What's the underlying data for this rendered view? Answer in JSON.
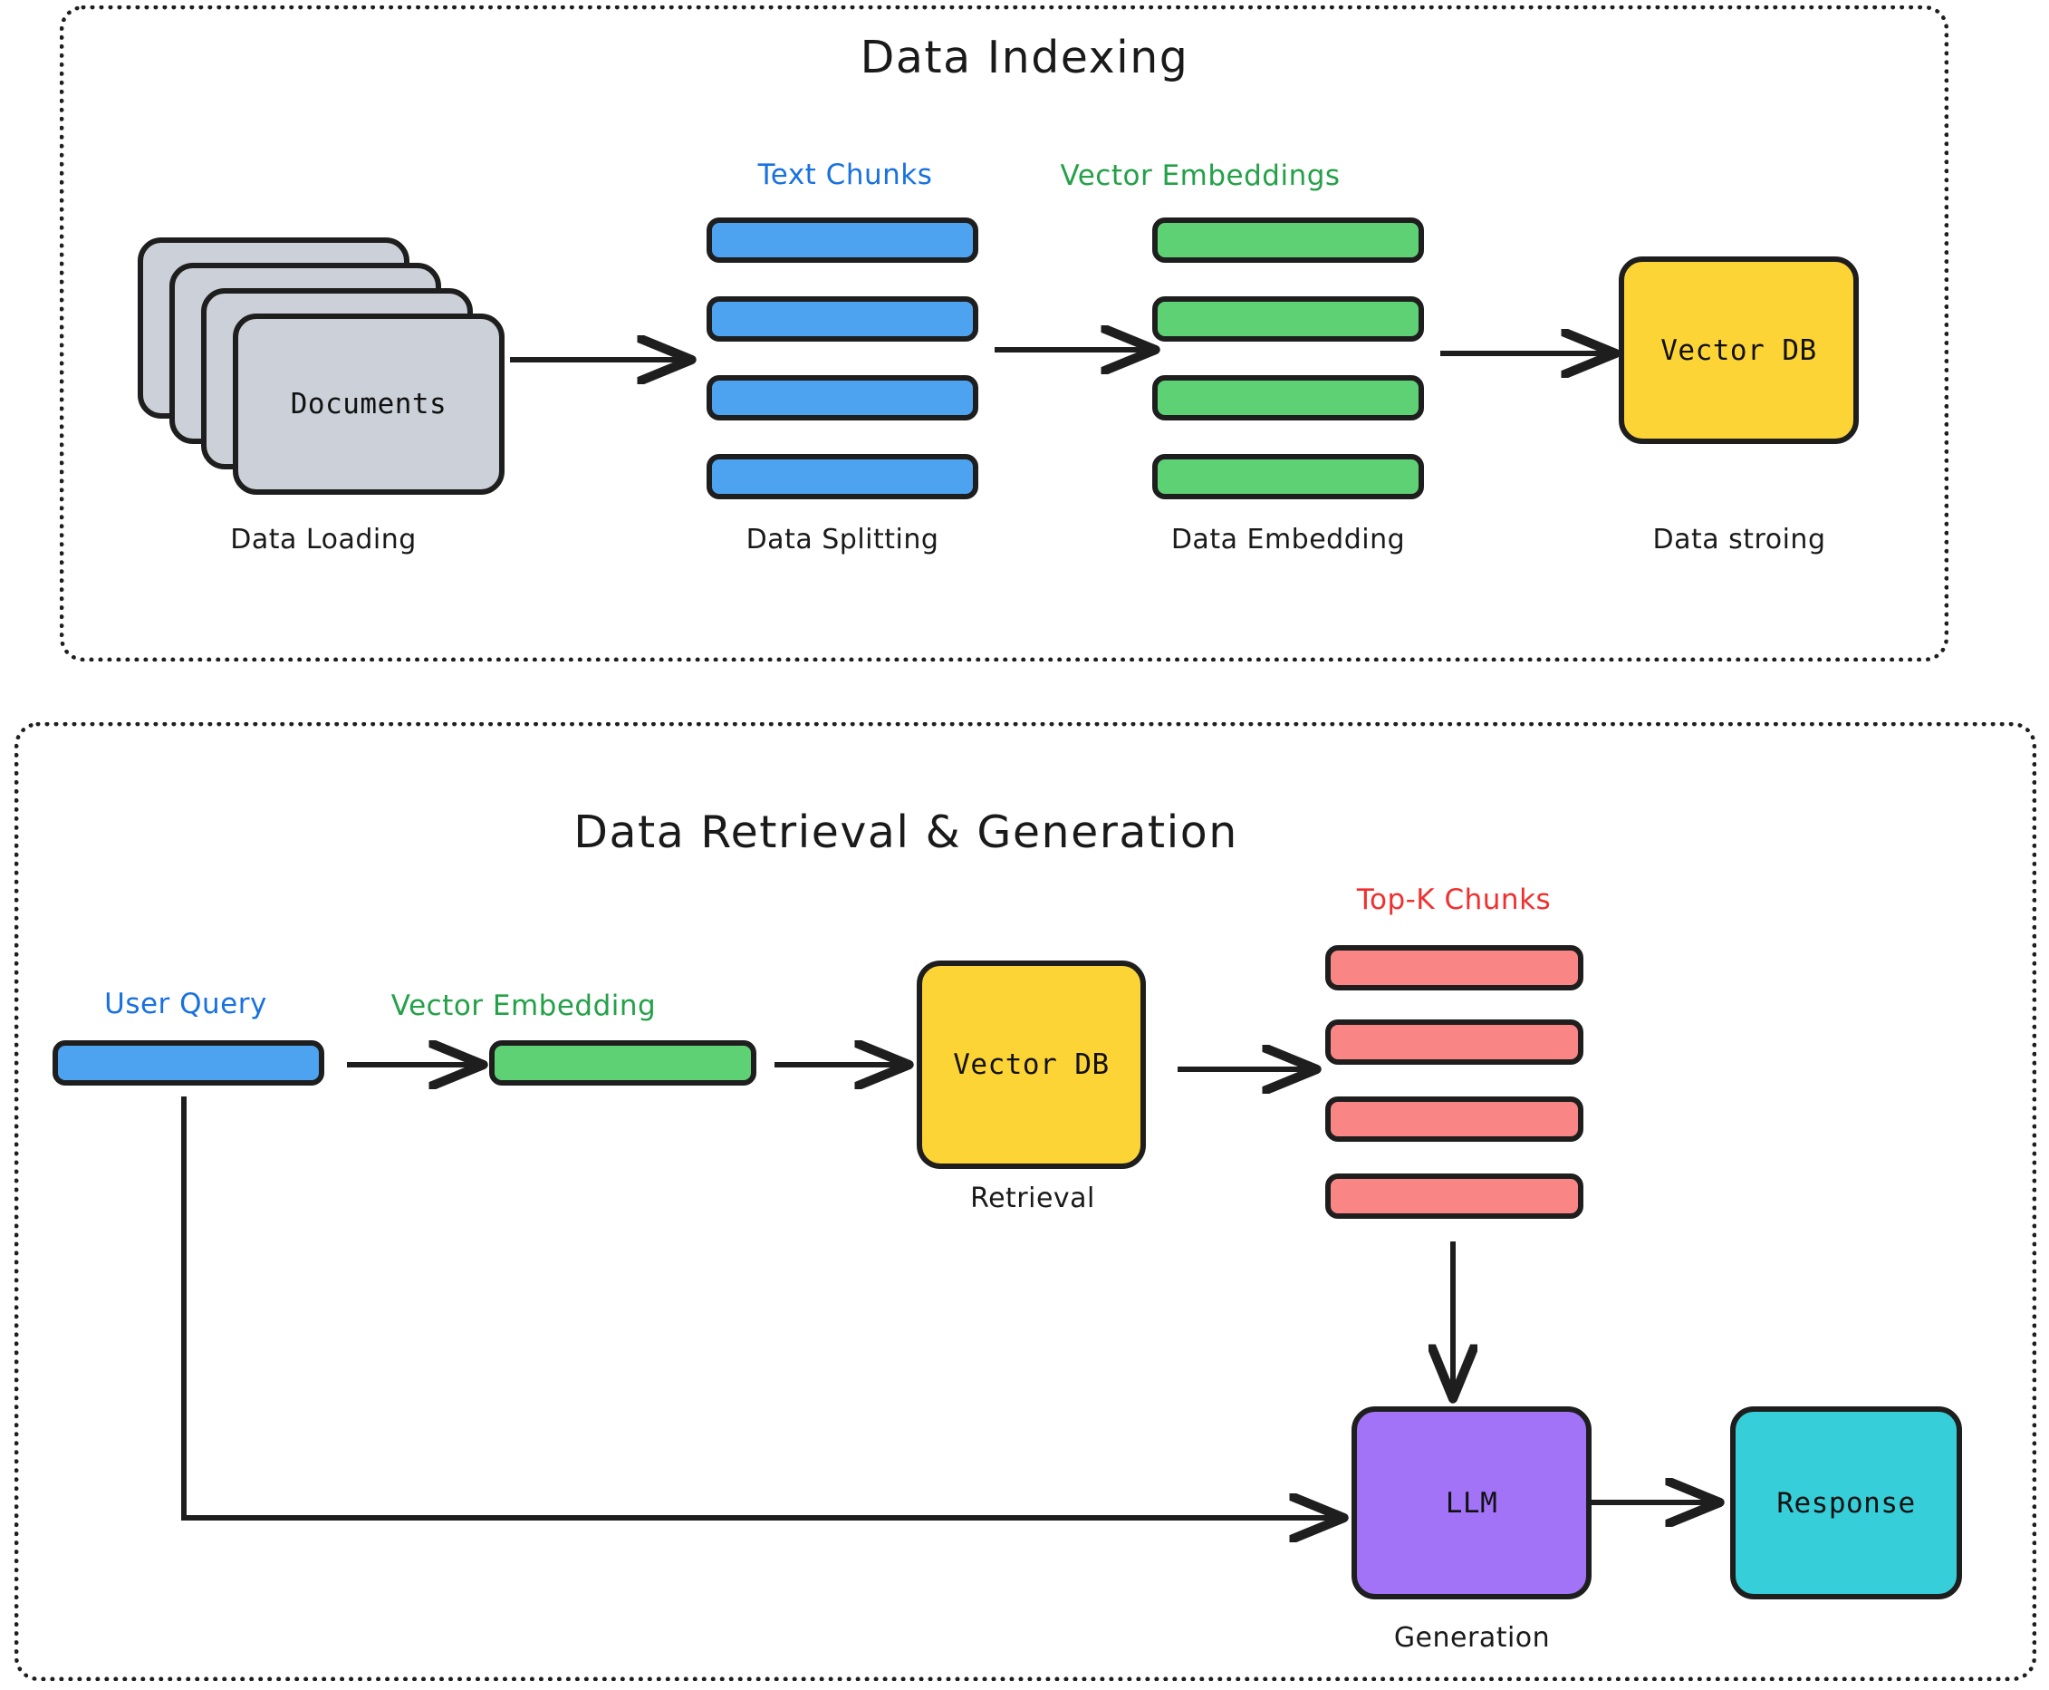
{
  "diagram": {
    "background": "#ffffff",
    "stroke": "#1e1e1e"
  },
  "panels": [
    {
      "id": "indexing",
      "title": "Data Indexing"
    },
    {
      "id": "retrieval",
      "title": "Data Retrieval & Generation"
    }
  ],
  "indexing": {
    "documents": {
      "label": "Documents",
      "caption": "Data Loading",
      "color": "#ccd1d9",
      "card_count": 4
    },
    "text_chunks": {
      "group_label": "Text Chunks",
      "group_label_color": "#1971e0",
      "caption": "Data Splitting",
      "color": "#4da3f0",
      "count": 4
    },
    "vector_embeddings": {
      "group_label": "Vector Embeddings",
      "group_label_color": "#24a148",
      "caption": "Data Embedding",
      "color": "#5fd175",
      "count": 4
    },
    "vector_db": {
      "label": "Vector DB",
      "caption": "Data stroing",
      "color": "#fdd435"
    }
  },
  "retrieval": {
    "user_query": {
      "group_label": "User Query",
      "group_label_color": "#1971e0",
      "color": "#4da3f0"
    },
    "vector_embedding": {
      "group_label": "Vector Embedding",
      "group_label_color": "#24a148",
      "color": "#5fd175"
    },
    "vector_db": {
      "label": "Vector DB",
      "caption": "Retrieval",
      "color": "#fdd435"
    },
    "topk_chunks": {
      "group_label": "Top-K Chunks",
      "group_label_color": "#f03030",
      "color": "#fa8585",
      "count": 4
    },
    "llm": {
      "label": "LLM",
      "caption": "Generation",
      "color": "#a273f7"
    },
    "response": {
      "label": "Response",
      "color": "#36ced8"
    }
  }
}
